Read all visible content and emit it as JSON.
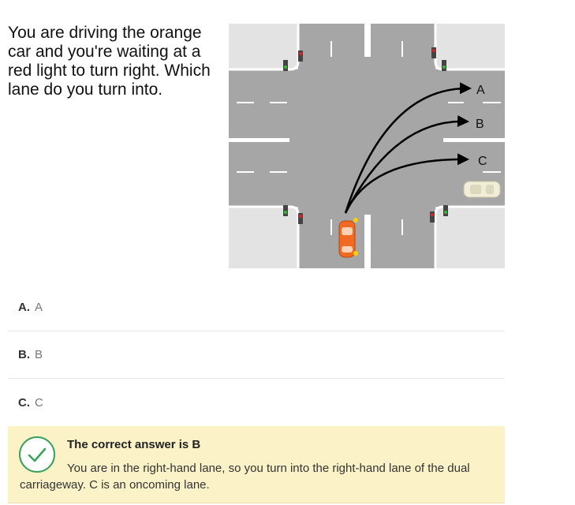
{
  "question": {
    "text": "You are driving the orange car and you're waiting at a red light to turn right. Which lane do you turn into."
  },
  "diagram": {
    "lane_labels": [
      "A",
      "B",
      "C"
    ],
    "colors": {
      "road": "#a6a6a6",
      "pavement": "#e3e3e4",
      "marking": "#ffffff",
      "player_car": "#f26a22",
      "other_car": "#f0edd8",
      "arrow": "#000000"
    }
  },
  "options": [
    {
      "letter": "A.",
      "text": "A"
    },
    {
      "letter": "B.",
      "text": "B"
    },
    {
      "letter": "C.",
      "text": "C"
    }
  ],
  "feedback": {
    "title": "The correct answer is B",
    "explanation": "You are in the right-hand lane, so you turn into the right-hand lane of the dual carriageway. C is an oncoming lane.",
    "status_color": "#3aa05a",
    "background": "#fbf3c7"
  }
}
